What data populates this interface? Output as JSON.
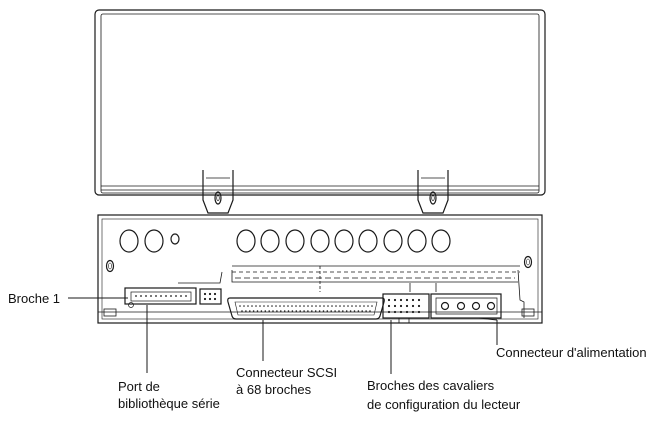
{
  "labels": {
    "pin1": "Broche 1",
    "serial_port_line1": "Port de",
    "serial_port_line2": "bibliothèque série",
    "scsi_line1": "Connecteur SCSI",
    "scsi_line2": "à 68 broches",
    "jumper_line1": "Broches des cavaliers",
    "jumper_line2": "de configuration du lecteur",
    "power": "Connecteur d'alimentation"
  }
}
